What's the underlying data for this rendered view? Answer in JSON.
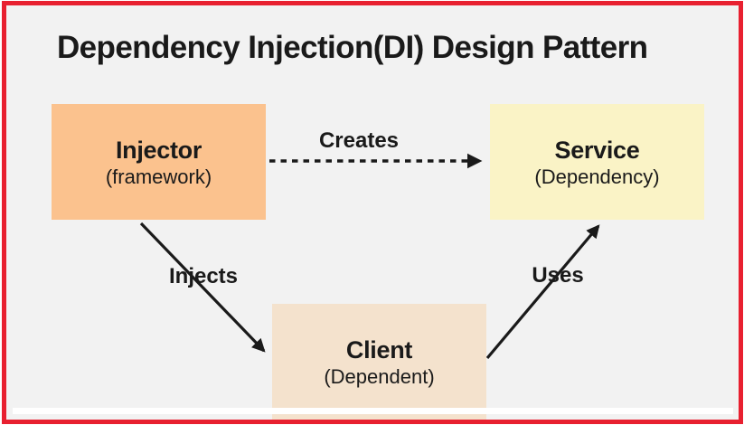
{
  "frame": {
    "border_color": "#e82030",
    "background_color": "#f2f2f2",
    "outer_color": "#ffffff"
  },
  "title": "Dependency Injection(DI) Design Pattern",
  "text_color": "#1a1a1a",
  "nodes": [
    {
      "id": "injector",
      "label": "Injector",
      "sublabel": "(framework)",
      "fill": "#fbc28e"
    },
    {
      "id": "service",
      "label": "Service",
      "sublabel": "(Dependency)",
      "fill": "#faf3c6"
    },
    {
      "id": "client",
      "label": "Client",
      "sublabel": "(Dependent)",
      "fill": "#f4e2cd"
    }
  ],
  "edges": [
    {
      "id": "creates",
      "label": "Creates",
      "from": "injector",
      "to": "service",
      "line_style": "dashed"
    },
    {
      "id": "injects",
      "label": "Injects",
      "from": "injector",
      "to": "client",
      "line_style": "solid"
    },
    {
      "id": "uses",
      "label": "Uses",
      "from": "client",
      "to": "service",
      "line_style": "solid"
    }
  ]
}
